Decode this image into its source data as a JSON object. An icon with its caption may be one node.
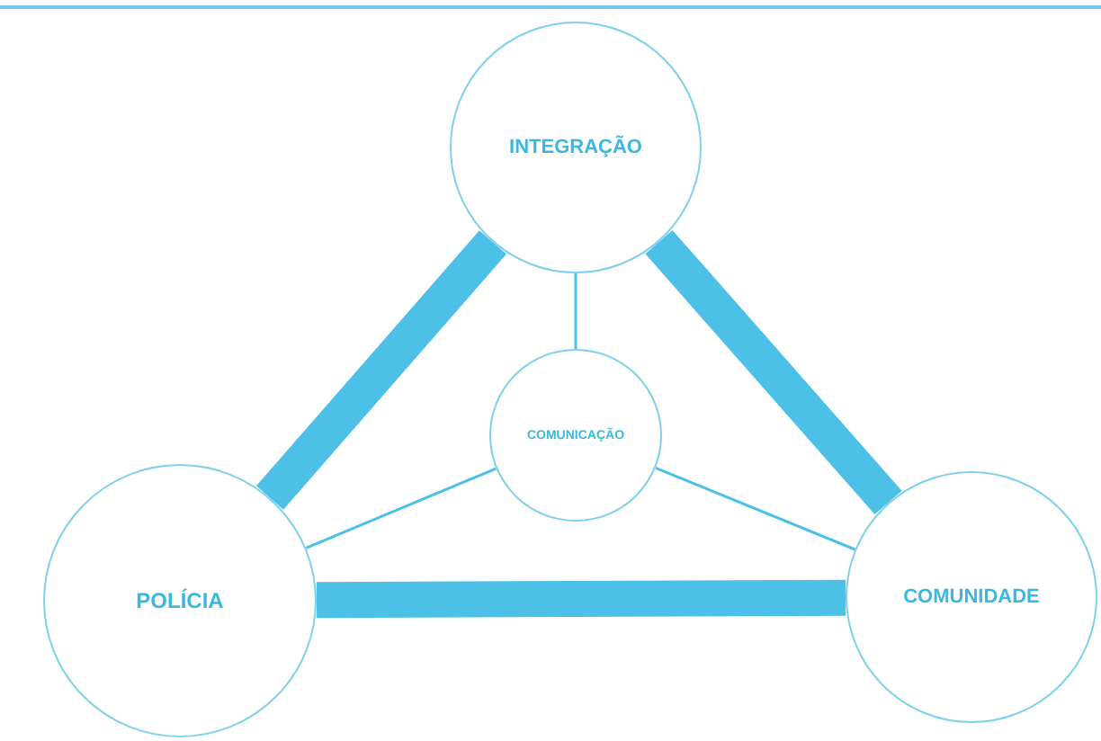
{
  "diagram": {
    "nodes": [
      {
        "text": [
          "INTEGRAÇÃO"
        ]
      },
      {
        "text": [
          "COMUNICAÇÃO"
        ]
      },
      {
        "text": [
          "POLÍCIA"
        ]
      },
      {
        "text": [
          "COMUNIDADE"
        ]
      }
    ],
    "edges": [
      {
        "from": 0,
        "to": 2,
        "arrow": "none",
        "style": "thick"
      },
      {
        "from": 0,
        "to": 3,
        "arrow": "none",
        "style": "thick"
      },
      {
        "from": 2,
        "to": 3,
        "arrow": "none",
        "style": "thick"
      },
      {
        "from": 0,
        "to": 1,
        "arrow": "none"
      },
      {
        "from": 1,
        "to": 2,
        "arrow": "none"
      },
      {
        "from": 1,
        "to": 3,
        "arrow": "none"
      }
    ]
  }
}
